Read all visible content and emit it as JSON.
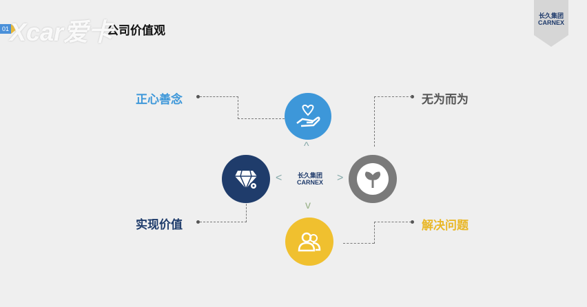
{
  "header": {
    "section_number": "01",
    "title": "公司价值观",
    "watermark": "Xcar爱卡"
  },
  "brand": {
    "logo_cn": "长久集团",
    "logo_en": "CARNEX"
  },
  "values": [
    {
      "label": "正心善念",
      "icon": "heart-hand-icon",
      "color": "#3d97d9"
    },
    {
      "label": "无为而为",
      "icon": "sprout-icon",
      "color": "#7a7a7a"
    },
    {
      "label": "实现价值",
      "icon": "diamond-gear-icon",
      "color": "#1f3c6b"
    },
    {
      "label": "解决问题",
      "icon": "people-icon",
      "color": "#f0c02f"
    }
  ],
  "nav": {
    "up": "^",
    "down": "v",
    "left": "<",
    "right": ">"
  }
}
